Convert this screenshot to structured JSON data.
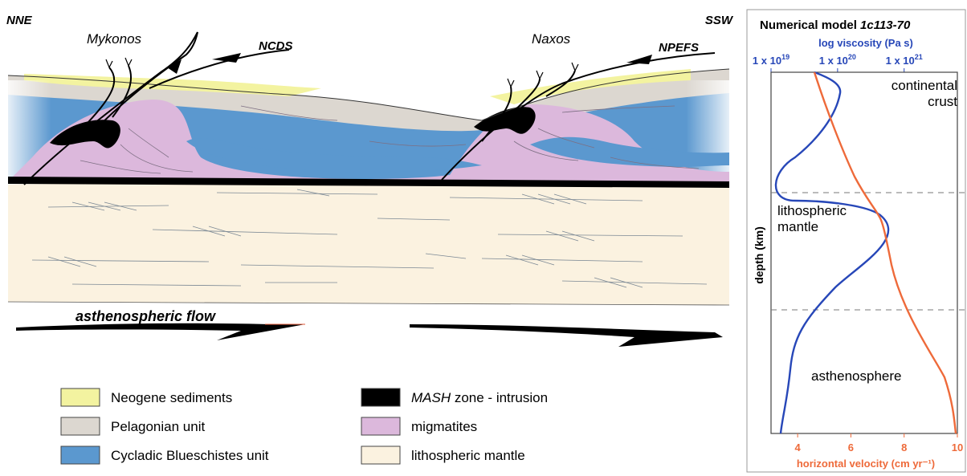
{
  "section": {
    "dir_left": "NNE",
    "dir_right": "SSW",
    "place1": "Mykonos",
    "place2": "Naxos",
    "fault1": "NCDS",
    "fault2": "NPEFS",
    "flow": "asthenospheric flow"
  },
  "legend": [
    {
      "label": "Neogene sediments",
      "color": "#f3f3a0"
    },
    {
      "label": "Pelagonian unit",
      "color": "#dcd7d0"
    },
    {
      "label": "Cycladic Blueschistes unit",
      "color": "#5b98cf"
    },
    {
      "label_em": "MASH",
      "label": " zone - intrusion",
      "color": "#000000"
    },
    {
      "label": "migmatites",
      "color": "#dcb8dc"
    },
    {
      "label": "lithospheric mantle",
      "color": "#fbf2e0"
    }
  ],
  "model": {
    "title_prefix": "Numerical model ",
    "title_em": "1c113-70",
    "top_axis_label": "log viscosity (Pa s)",
    "top_ticks": [
      {
        "base": "1 x 10",
        "exp": "19",
        "log": 19
      },
      {
        "base": "1 x 10",
        "exp": "20",
        "log": 20
      },
      {
        "base": "1 x 10",
        "exp": "21",
        "log": 21
      }
    ],
    "bottom_axis_label": "horizontal velocity (cm yr⁻¹)",
    "bottom_ticks": [
      4,
      6,
      8,
      10
    ],
    "y_label": "depth (km)",
    "zone_crust_1": "continental",
    "zone_crust_2": "crust",
    "zone_mantle_1": "lithospheric",
    "zone_mantle_2": "mantle",
    "zone_asth": "asthenosphere",
    "viscosity_color": "#2747b8",
    "velocity_color": "#ee6a3a"
  }
}
